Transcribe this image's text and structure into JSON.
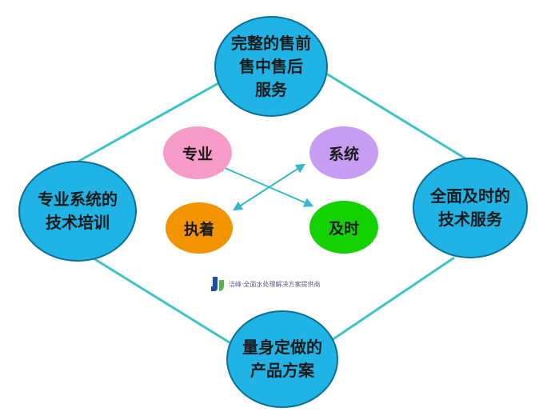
{
  "nodes": {
    "top": {
      "lines": [
        "完整的售前",
        "售中售后",
        "服务"
      ]
    },
    "left": {
      "lines": [
        "专业系统的",
        "技术培训"
      ]
    },
    "right": {
      "lines": [
        "全面及时的",
        "技术服务"
      ]
    },
    "bottom": {
      "lines": [
        "量身定做的",
        "产品方案"
      ]
    }
  },
  "qualities": {
    "professional": "专业",
    "systematic": "系统",
    "persistent": "执着",
    "timely": "及时"
  },
  "logo": {
    "text": "洁峰·全面水处理解决方案提供商"
  },
  "colors": {
    "big_circle": "#1fb3e6",
    "connector_line": "#3cc4c4",
    "arrow": "#35b8c8",
    "pink": "#f79cc8",
    "violet": "#c79cf3",
    "orange": "#f29400",
    "green": "#14d200"
  }
}
